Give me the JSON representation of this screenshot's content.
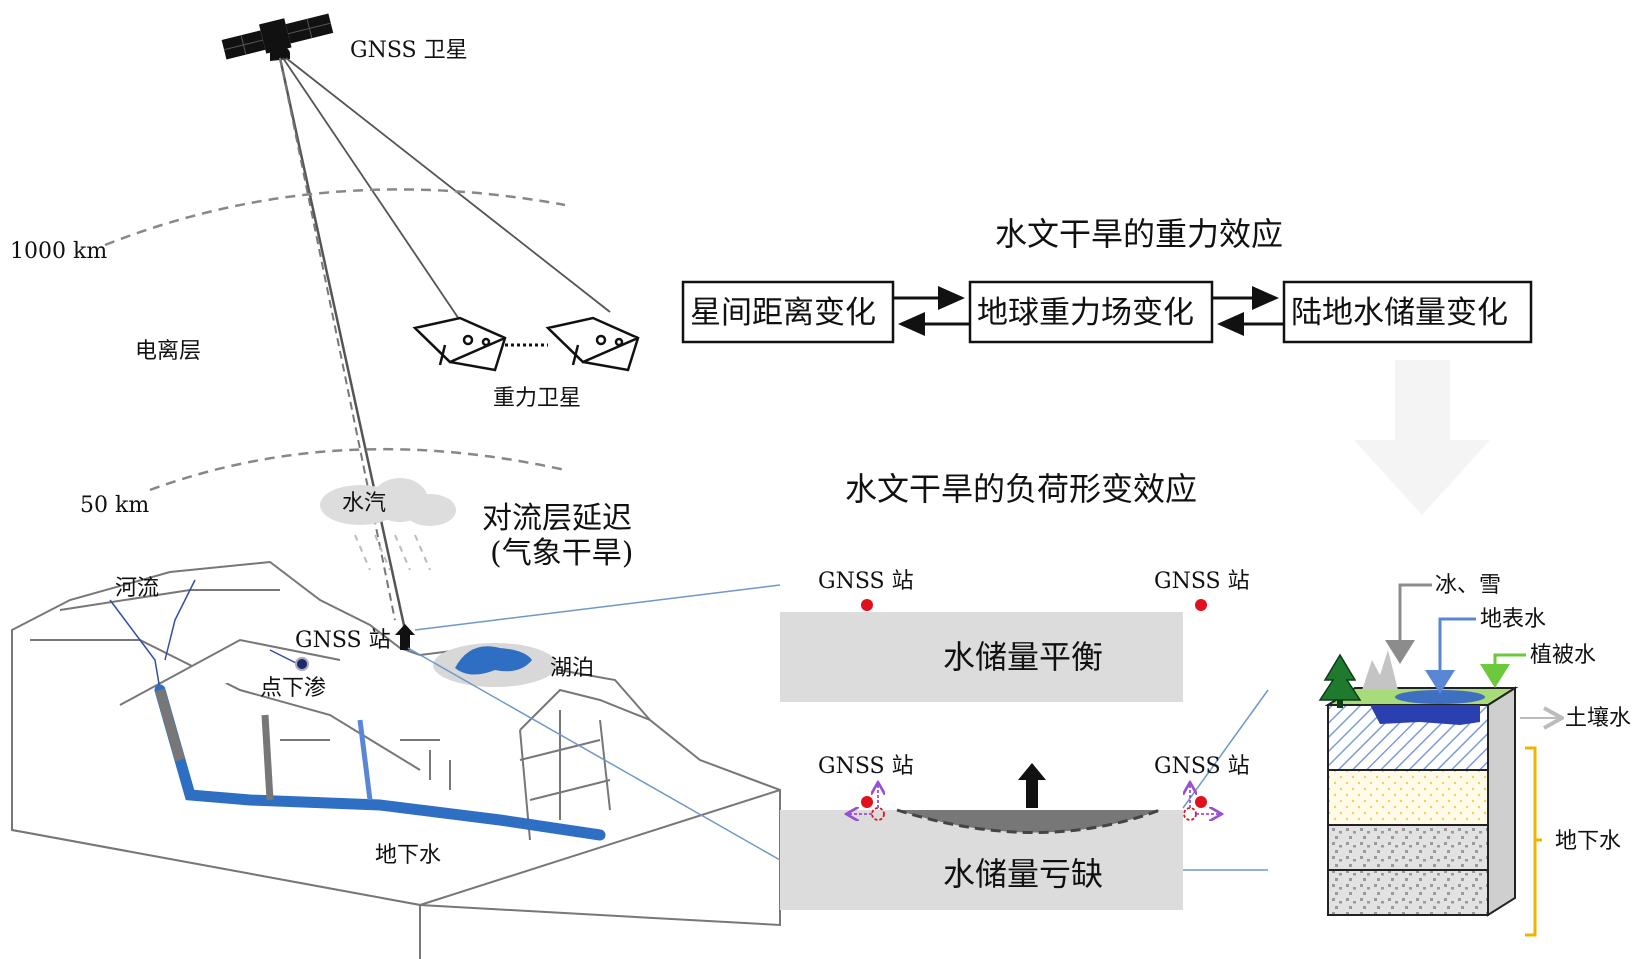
{
  "satellite": {
    "gnss_label": "GNSS 卫星",
    "grace_label": "重力卫星"
  },
  "atmosphere": {
    "altitude_1000": "1000 km",
    "altitude_50": "50 km",
    "ionosphere": "电离层",
    "water_vapor": "水汽",
    "tropo_delay_line1": "对流层延迟",
    "tropo_delay_line2": "(气象干旱)"
  },
  "terrain": {
    "river": "河流",
    "point_infiltration": "点下渗",
    "gnss_station": "GNSS 站",
    "lake": "湖泊",
    "groundwater": "地下水"
  },
  "gravity_effect": {
    "title": "水文干旱的重力效应",
    "boxes": [
      "星间距离变化",
      "地球重力场变化",
      "陆地水储量变化"
    ]
  },
  "loading_effect": {
    "title": "水文干旱的负荷形变效应",
    "balanced": {
      "label": "水储量平衡",
      "station_left": "GNSS 站",
      "station_right": "GNSS 站"
    },
    "deficit": {
      "label": "水储量亏缺",
      "station_left": "GNSS 站",
      "station_right": "GNSS 站"
    }
  },
  "column": {
    "ice_snow": "冰、雪",
    "surface_water": "地表水",
    "vegetation_water": "植被水",
    "soil_water": "土壤水",
    "groundwater": "地下水"
  },
  "colors": {
    "water_blue": "#2e6fc4",
    "station_red": "#e0101c",
    "displacement_purple": "#9a4fd0",
    "bracket_orange": "#f0b400",
    "vegetation_green": "#6cc83c",
    "panel_gray": "#dcdcdc"
  }
}
